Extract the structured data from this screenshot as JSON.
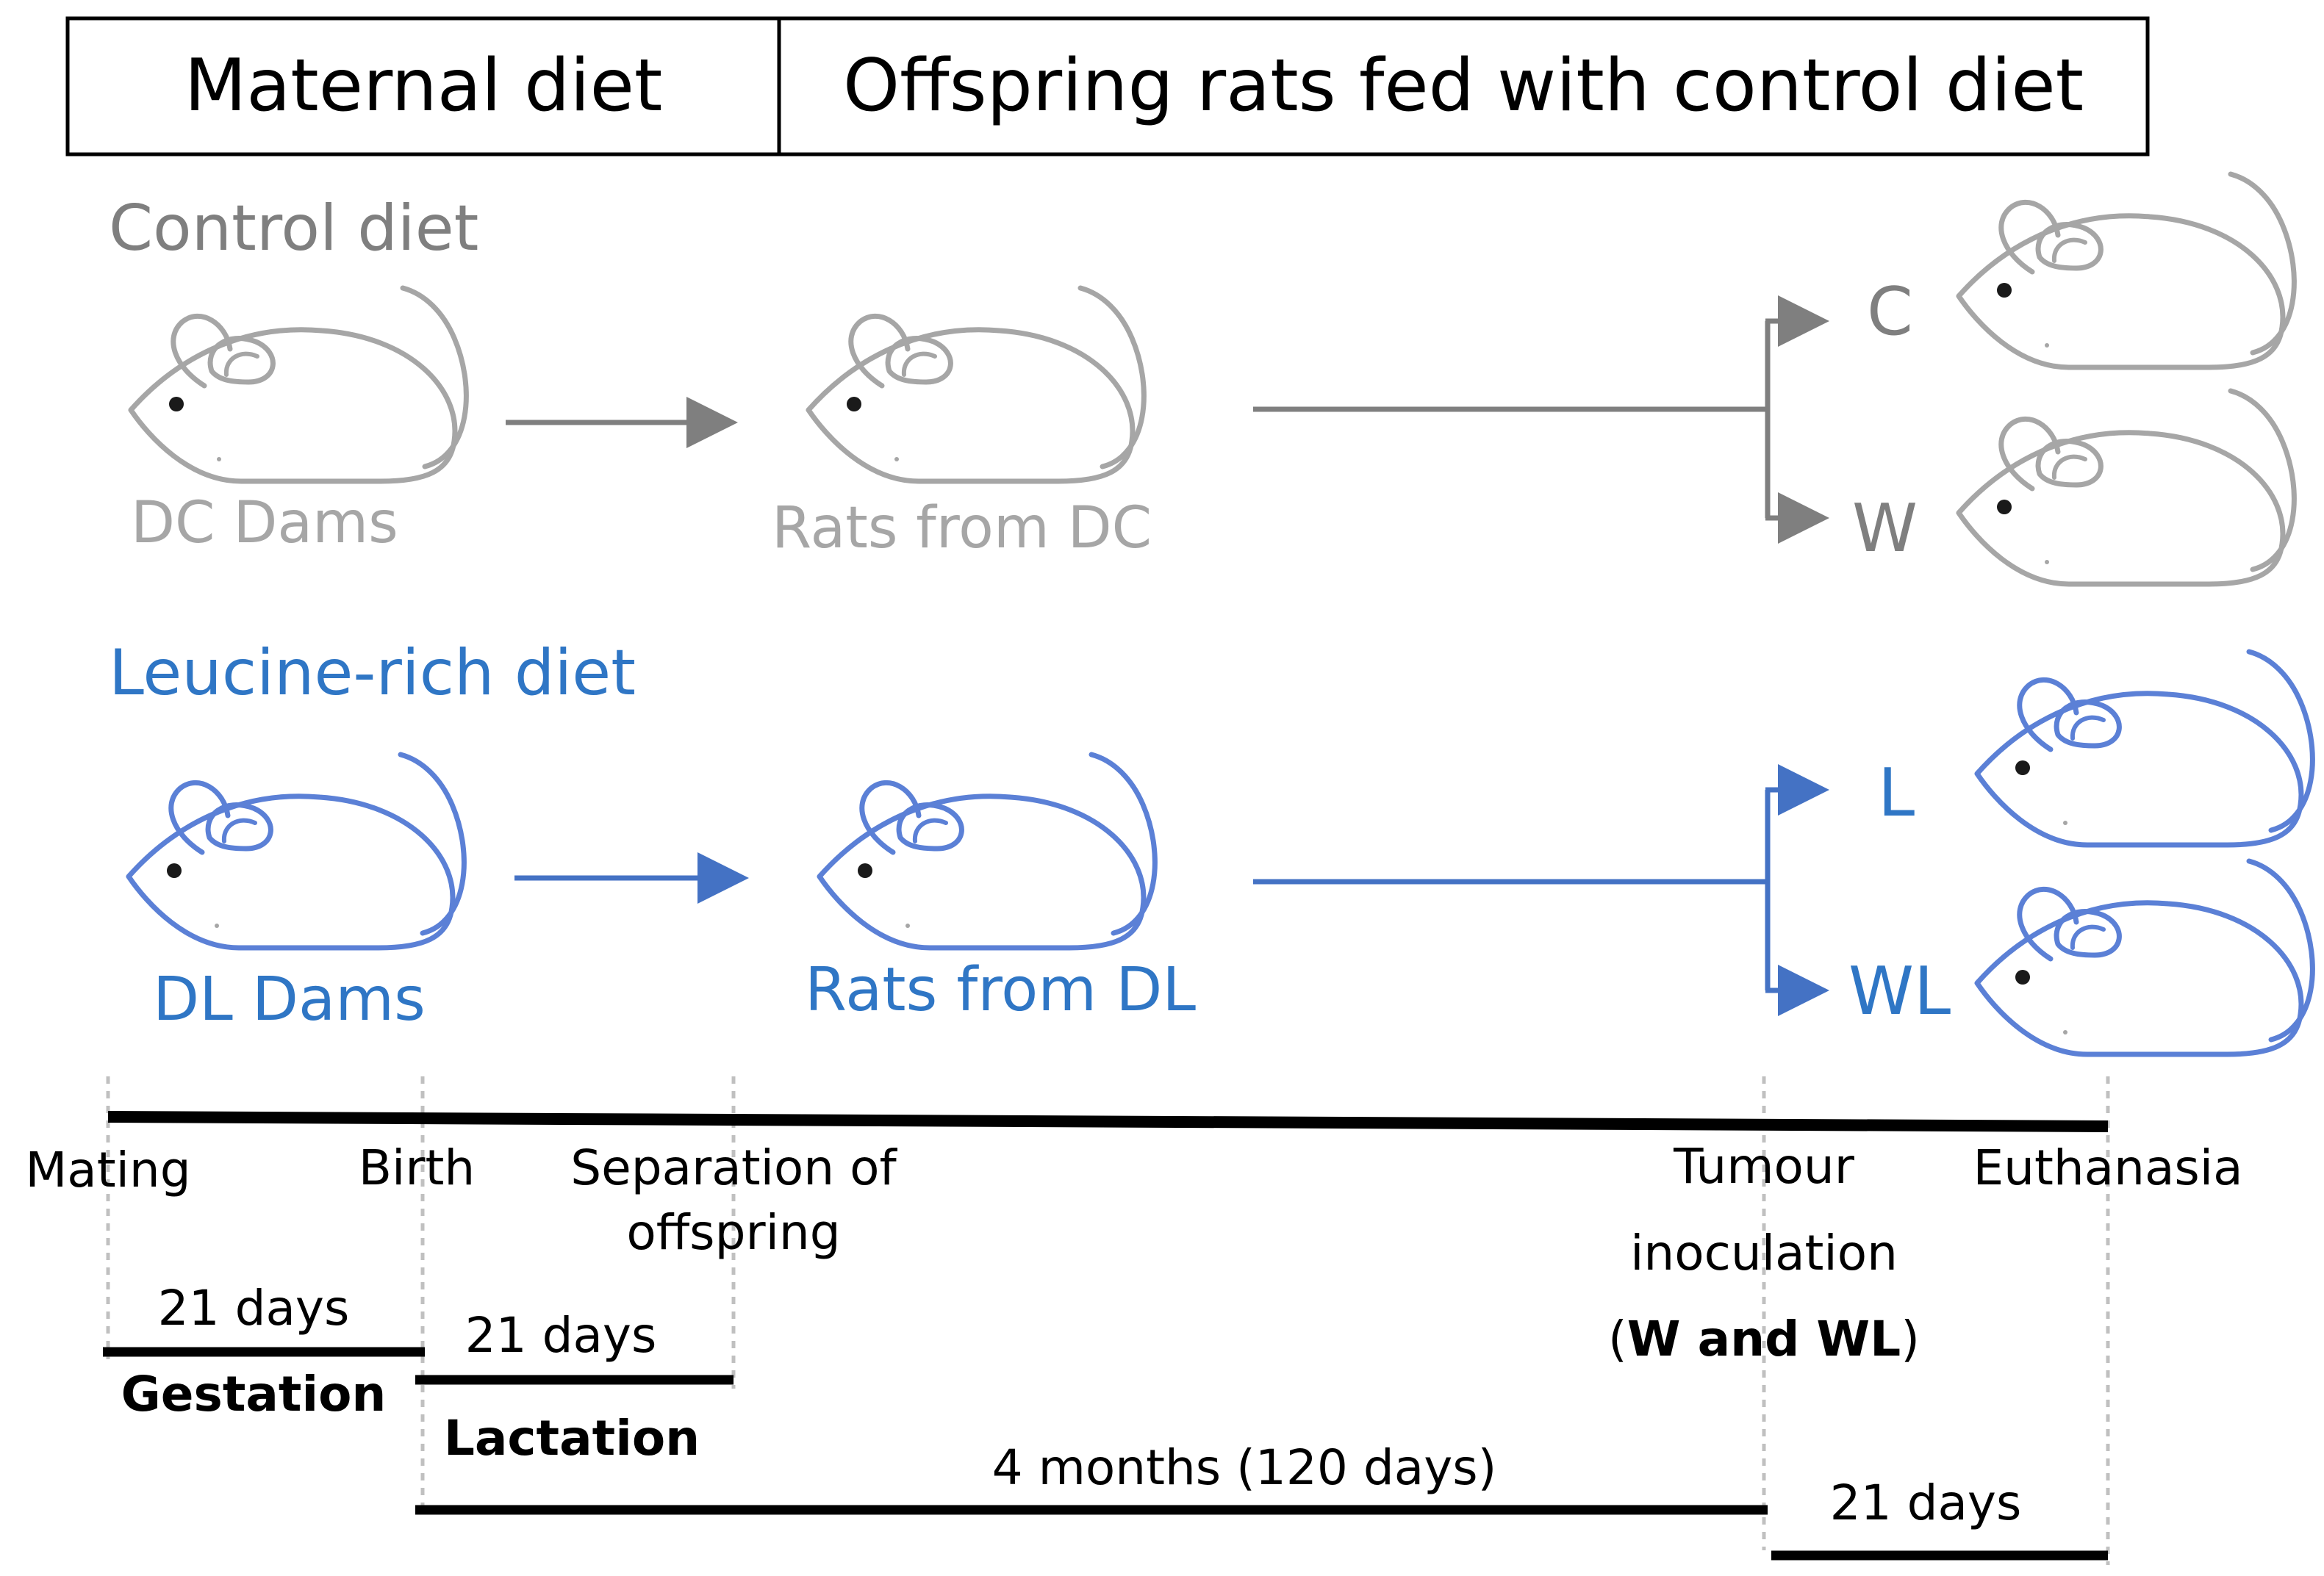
{
  "colors": {
    "grey": "#7f7f7f",
    "grey_light": "#a6a6a6",
    "blue": "#2f76c5",
    "blue_rat": "#5b80d6",
    "black": "#000000"
  },
  "header": {
    "left": "Maternal diet",
    "right": "Offspring rats fed with control diet"
  },
  "groups": {
    "control": {
      "title": "Control diet",
      "dams_label": "DC Dams",
      "offspring_label": "Rats from DC",
      "branch_top": "C",
      "branch_bottom": "W"
    },
    "leucine": {
      "title": "Leucine-rich diet",
      "dams_label": "DL Dams",
      "offspring_label": "Rats from DL",
      "branch_top": "L",
      "branch_bottom": "WL"
    }
  },
  "timeline": {
    "events": {
      "mating": "Mating",
      "birth": "Birth",
      "separation_1": "Separation of",
      "separation_2": "offspring",
      "tumour_1": "Tumour",
      "tumour_2": "inoculation",
      "tumour_3_open": "(",
      "tumour_3_bold": "W and WL",
      "tumour_3_close": ")",
      "euthanasia": "Euthanasia"
    },
    "periods": {
      "gestation_days": "21 days",
      "gestation_label": "Gestation",
      "lactation_days": "21 days",
      "lactation_label": "Lactation",
      "growth": "4 months (120 days)",
      "tumour_days": "21 days"
    }
  }
}
